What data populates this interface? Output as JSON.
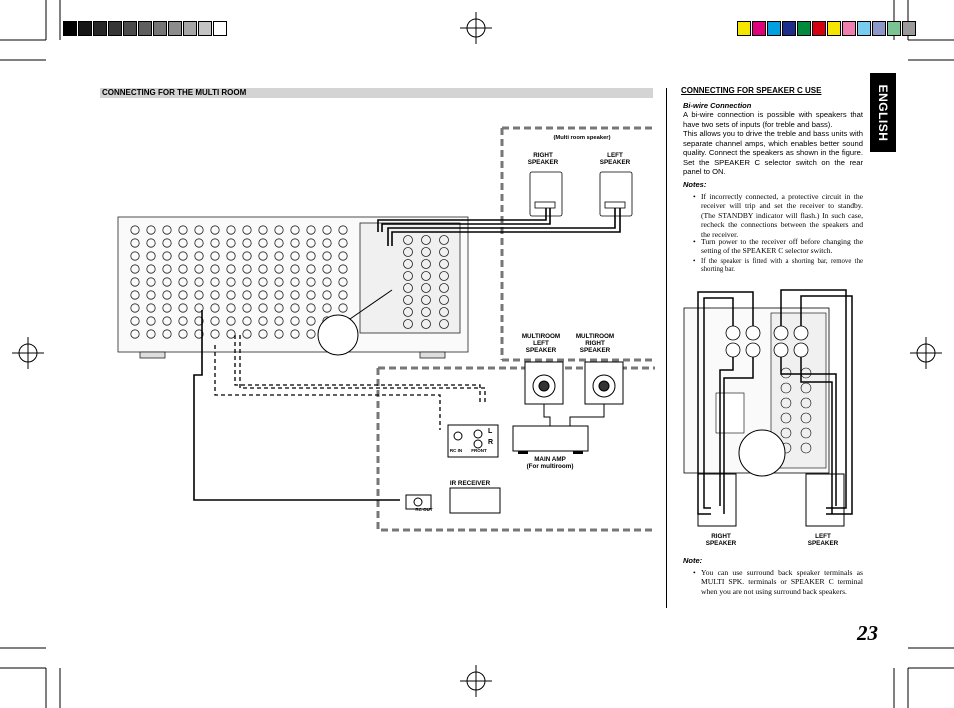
{
  "left_section": {
    "title": "CONNECTING FOR THE MULTI ROOM",
    "labels": {
      "multi_room_speaker": "(Multi room speaker)",
      "right_speaker_line1": "RIGHT",
      "right_speaker_line2": "SPEAKER",
      "left_speaker_line1": "LEFT",
      "left_speaker_line2": "SPEAKER",
      "mr_left_line1": "MULTIROOM",
      "mr_left_line2": "LEFT",
      "mr_left_line3": "SPEAKER",
      "mr_right_line1": "MULTIROOM",
      "mr_right_line2": "RIGHT",
      "mr_right_line3": "SPEAKER",
      "main_amp_line1": "MAIN AMP",
      "main_amp_line2": "(For multiroom)",
      "ir_receiver": "IR RECEIVER",
      "rc_in": "RC IN",
      "front": "FRONT",
      "rc_out": "RC OUT",
      "l": "L",
      "r": "R"
    }
  },
  "right_section": {
    "title": "CONNECTING FOR SPEAKER C USE",
    "subtitle": "Bi-wire Connection",
    "para1": "A bi-wire connection is possible with speakers that have two sets of inputs (for treble and bass).",
    "para2": "This allows you to drive the treble and bass units with separate channel amps, which enables better sound quality. Connect the speakers as shown in the figure. Set the SPEAKER C selector switch on the rear panel to ON.",
    "notes_title": "Notes:",
    "notes": [
      "If incorrectly connected, a protective circuit in the receiver will trip and set the receiver to standby. (The STANDBY indicator will flash.) In such case, recheck the connections between the speakers and the receiver.",
      "Turn power to the receiver off before changing the setting of the SPEAKER C selector switch.",
      "If the speaker is fitted with a shorting bar, remove the shorting bar."
    ],
    "diagram_labels": {
      "right_speaker_line1": "RIGHT",
      "right_speaker_line2": "SPEAKER",
      "left_speaker_line1": "LEFT",
      "left_speaker_line2": "SPEAKER"
    },
    "note_title": "Note:",
    "note": "You can use surround back speaker terminals as MULTI SPK. terminals or SPEAKER C terminal when you are not using surround back speakers."
  },
  "language_tab": "ENGLISH",
  "page_number": "23",
  "colors": {
    "gray_scale": [
      "#000000",
      "#161616",
      "#262626",
      "#363636",
      "#4a4a4a",
      "#5e5e5e",
      "#757575",
      "#8c8c8c",
      "#a6a6a6",
      "#c4c4c4",
      "#ffffff"
    ],
    "color_scale": [
      "#f5e600",
      "#e0007a",
      "#00a0e0",
      "#1d2d8a",
      "#008a3e",
      "#d40010",
      "#f5e600",
      "#f07fb0",
      "#78ccf0",
      "#8e98c8",
      "#7ac494",
      "#9a9a9a"
    ],
    "section_bar": "#d4d4d4"
  }
}
